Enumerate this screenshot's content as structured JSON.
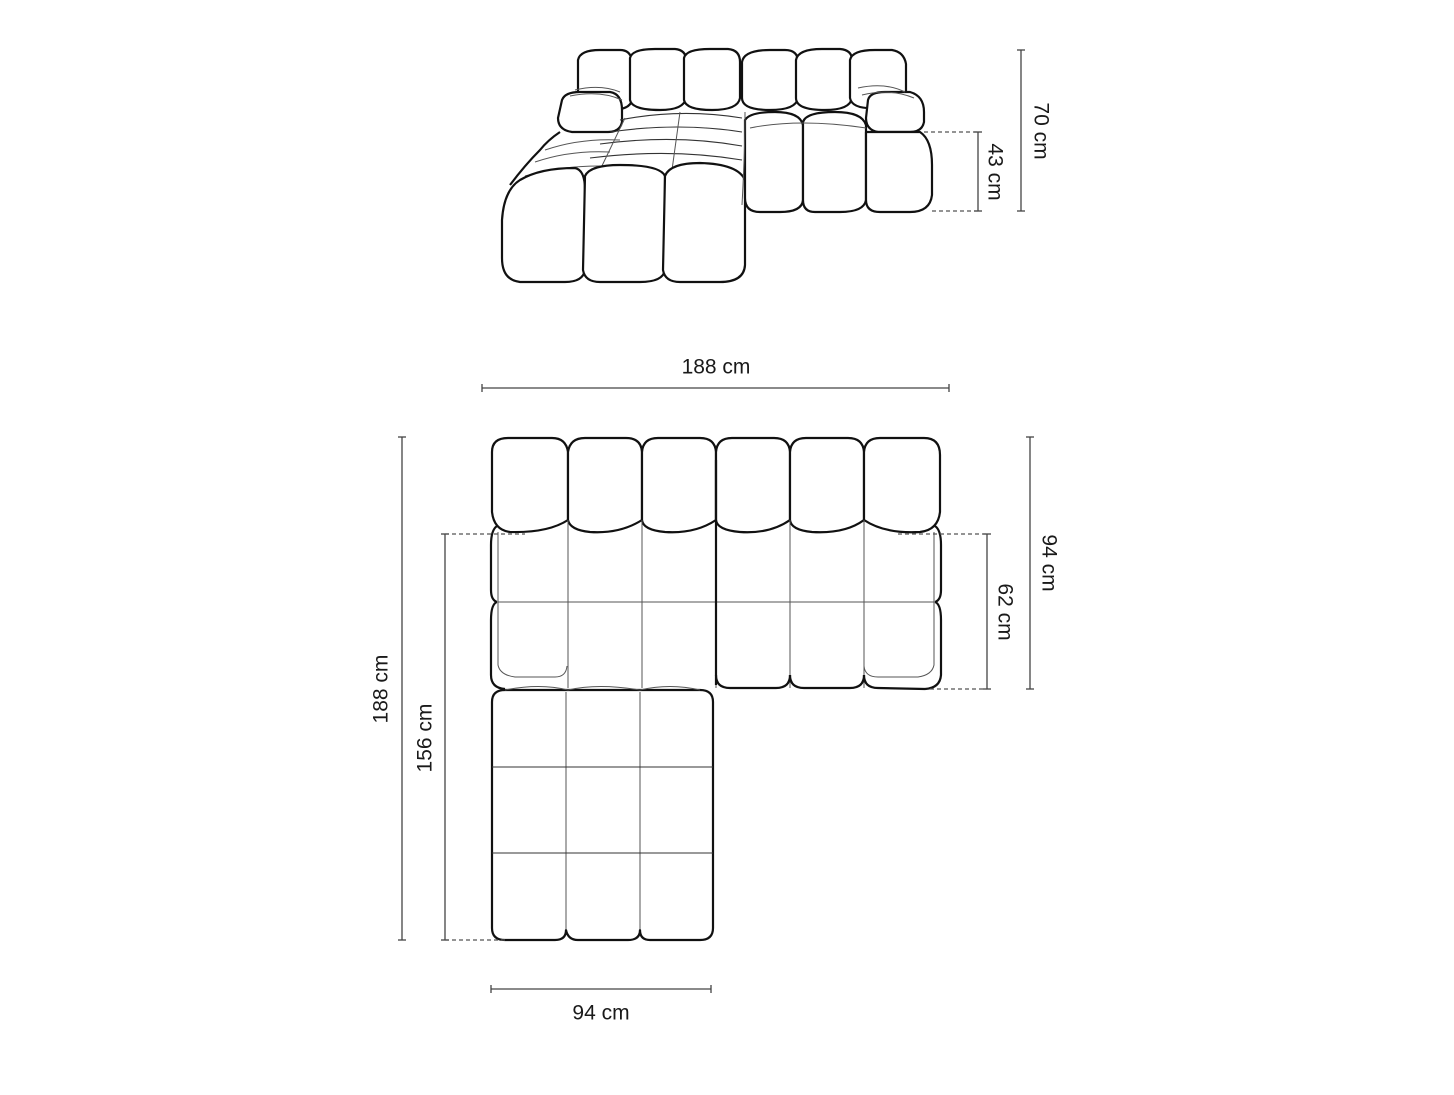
{
  "diagram": {
    "type": "furniture-dimension-drawing",
    "subject": "modular corner sofa (left chaise)",
    "views": [
      {
        "name": "perspective-view",
        "dimensions": {
          "total_height": "70 cm",
          "seat_height": "43 cm"
        }
      },
      {
        "name": "top-view",
        "dimensions": {
          "total_width": "188 cm",
          "total_length": "188 cm",
          "chaise_seat_length": "156 cm",
          "depth": "94 cm",
          "seat_depth": "62 cm",
          "chaise_width": "94 cm"
        }
      }
    ]
  },
  "labels": {
    "height_total": "70 cm",
    "height_seat": "43 cm",
    "width_top": "188 cm",
    "length_left": "188 cm",
    "length_seat_left": "156 cm",
    "depth_right": "94 cm",
    "seat_depth_right": "62 cm",
    "chaise_width_bottom": "94 cm"
  },
  "colors": {
    "line": "#111111",
    "seam": "#555555",
    "dimension": "#444444",
    "background": "#ffffff"
  }
}
